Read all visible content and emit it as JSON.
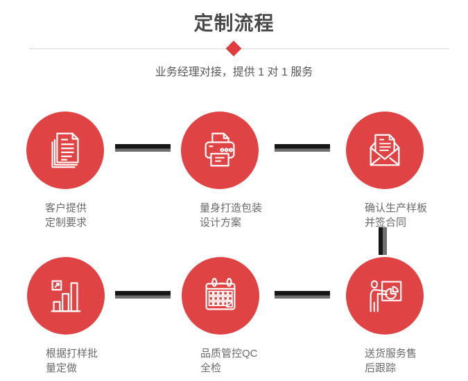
{
  "header": {
    "title": "定制流程",
    "subtitle": "业务经理对接，提供 1 对 1 服务"
  },
  "steps": [
    {
      "icon": "documents-icon",
      "line1": "客户提供",
      "line2": "定制要求"
    },
    {
      "icon": "printer-icon",
      "line1": "量身打造包装",
      "line2": "设计方案"
    },
    {
      "icon": "envelope-icon",
      "line1": "确认生产样板",
      "line2": "并签合同"
    },
    {
      "icon": "bar-chart-icon",
      "line1": "根据打样批",
      "line2": "量定做"
    },
    {
      "icon": "calendar-icon",
      "line1": "品质管控QC",
      "line2": "全检"
    },
    {
      "icon": "presenter-icon",
      "line1": "送货服务售",
      "line2": "后跟踪"
    }
  ],
  "colors": {
    "accent_red": "#e04343",
    "diamond_red": "#e03b3e",
    "connector_black": "#161616",
    "connector_gray": "#6e6e6e",
    "title_gray": "#4a4a4a",
    "label_gray": "#6a6a6a",
    "divider_gray": "#d8d8d8"
  }
}
